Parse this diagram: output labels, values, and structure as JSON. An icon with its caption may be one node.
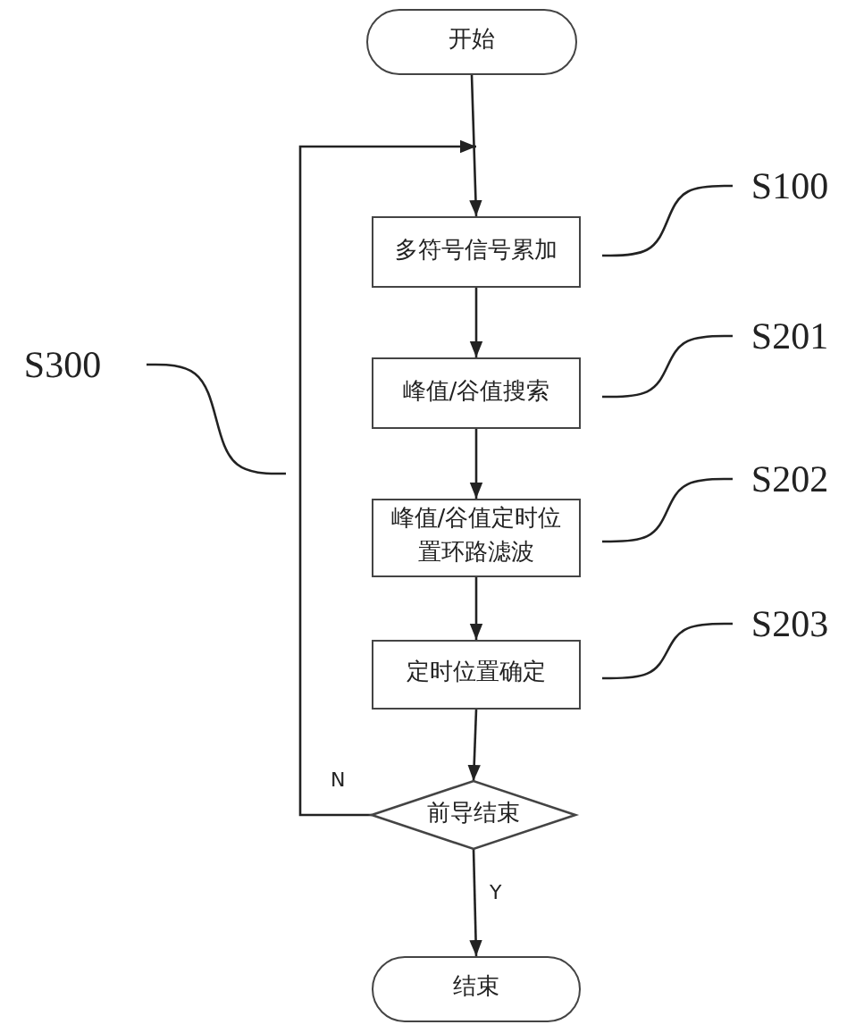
{
  "diagram": {
    "nodes": [
      {
        "text": [
          "开始"
        ]
      },
      {
        "text": [
          "多符号信号累加"
        ]
      },
      {
        "text": [
          "峰值/谷值搜索"
        ]
      },
      {
        "text": [
          "峰值/谷值定时位置环路滤波"
        ]
      },
      {
        "text": [
          "定时位置确定"
        ]
      },
      {
        "text": [
          "前导结束"
        ]
      },
      {
        "text": [
          "结束"
        ]
      },
      {
        "text": [
          "S100"
        ]
      },
      {
        "text": [
          "S201"
        ]
      },
      {
        "text": [
          "S202"
        ]
      },
      {
        "text": [
          "S203"
        ]
      },
      {
        "text": [
          "S300"
        ]
      }
    ],
    "edges": [
      {
        "from": 0,
        "to": 1,
        "arrow": "to"
      },
      {
        "from": 1,
        "to": 2,
        "arrow": "to"
      },
      {
        "from": 2,
        "to": 3,
        "arrow": "to"
      },
      {
        "from": 3,
        "to": 4,
        "arrow": "to"
      },
      {
        "from": 4,
        "to": 5,
        "arrow": "to"
      },
      {
        "from": 5,
        "to": 6,
        "label": "Y",
        "arrow": "to"
      },
      {
        "from": 5,
        "to": 1,
        "label": "N",
        "arrow": "to"
      },
      {
        "from": 7,
        "to": 1,
        "arrow": "none"
      },
      {
        "from": 8,
        "to": 2,
        "arrow": "none"
      },
      {
        "from": 9,
        "to": 3,
        "arrow": "none"
      },
      {
        "from": 10,
        "to": 4,
        "arrow": "none"
      },
      {
        "from": 11,
        "to": null,
        "arrow": "none"
      }
    ]
  }
}
